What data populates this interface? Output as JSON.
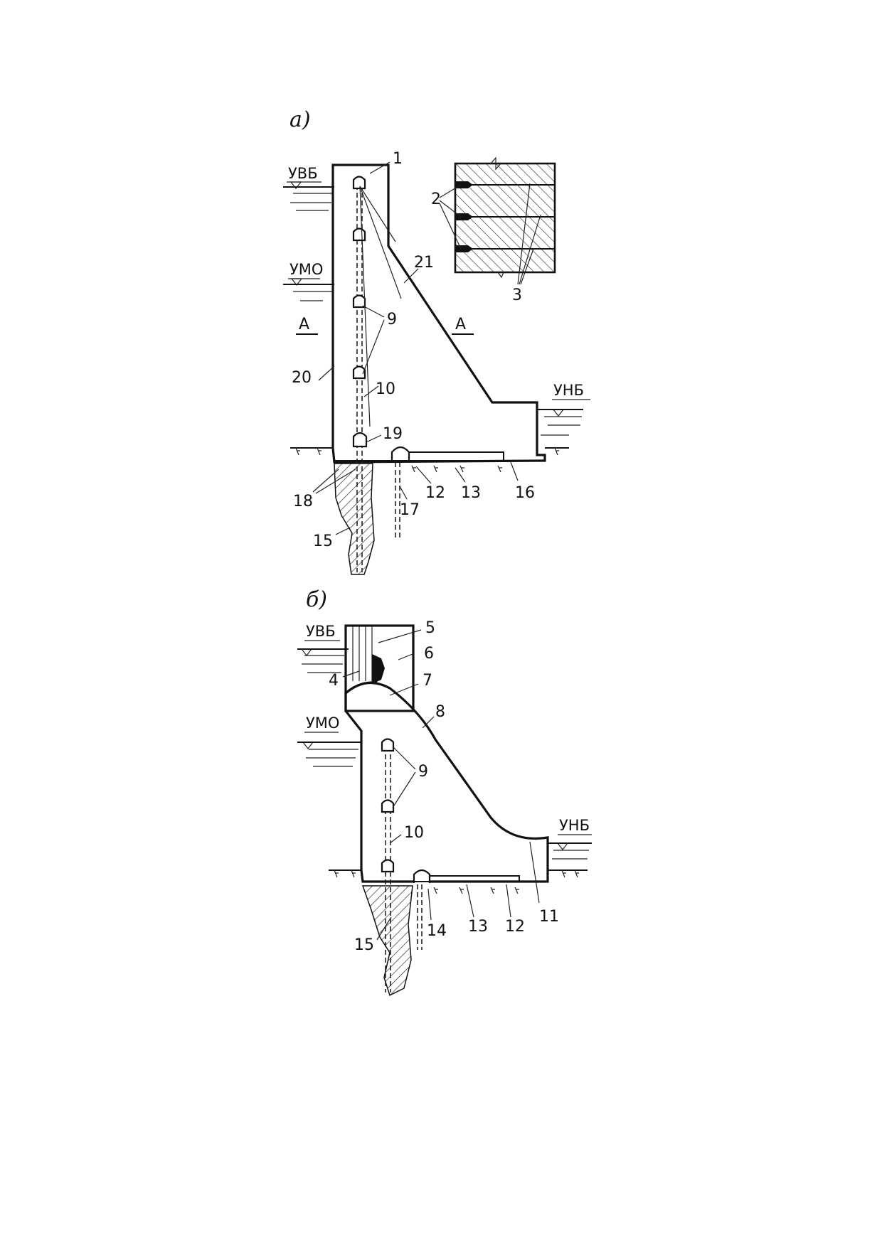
{
  "panels": {
    "a": {
      "caption": "а)",
      "levels": {
        "upper_pool": "УВБ",
        "dead_storage": "УМО",
        "lower_pool": "УНБ"
      },
      "section_marks": [
        "А",
        "А"
      ],
      "callouts": [
        "1",
        "2",
        "3",
        "9",
        "10",
        "12",
        "13",
        "15",
        "16",
        "17",
        "18",
        "19",
        "20",
        "21"
      ]
    },
    "b": {
      "caption": "б)",
      "levels": {
        "upper_pool": "УВБ",
        "dead_storage": "УМО",
        "lower_pool": "УНБ"
      },
      "callouts": [
        "4",
        "5",
        "6",
        "7",
        "8",
        "9",
        "10",
        "11",
        "12",
        "13",
        "14",
        "15"
      ]
    }
  },
  "colors": {
    "ink": "#111111",
    "paper": "#ffffff"
  }
}
